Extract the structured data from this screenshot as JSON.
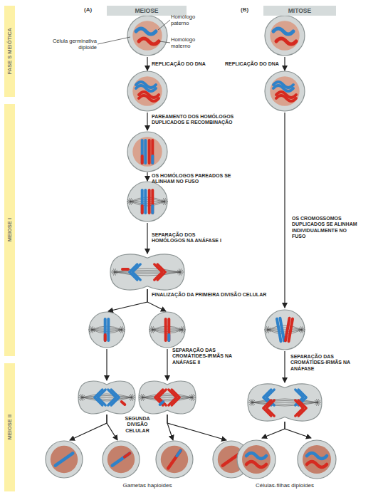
{
  "diagram": {
    "nodes": [
      {
        "text": [
          "MEIOSE"
        ]
      },
      {
        "text": [
          "MITOSE"
        ]
      },
      {
        "text": [
          "FASE S MEIÓTICA"
        ]
      },
      {
        "text": [
          "MEIOSE I"
        ]
      },
      {
        "text": [
          "MEIOSE II"
        ]
      }
    ],
    "labels": [
      "(A)",
      "(B)",
      "Homólogo paterno",
      "Homólogo materno",
      "Célula germinativa diploide",
      "REPLICAÇÃO DO DNA",
      "REPLICAÇÃO DO DNA",
      "PAREAMENTO DOS HOMÓLOGOS DUPLICADOS E RECOMBINAÇÃO",
      "OS HOMÓLOGOS PAREADOS SE ALINHAM NO FUSO",
      "SEPARAÇÃO DOS HOMÓLOGOS NA ANÁFASE I",
      "FINALIZAÇÃO DA PRIMEIRA DIVISÃO CELULAR",
      "SEPARAÇÃO DAS CROMÁTIDES-IRMÃS NA ANÁFASE II",
      "SEGUNDA DIVISÃO CELULAR",
      "Gametas haploides",
      "OS CROMOSSOMOS DUPLICADOS SE ALINHAM INDIVIDUALMENTE NO FUSO",
      "SEPARAÇÃO DAS CROMÁTIDES-IRMÃS NA ANÁFASE",
      "Células-filhas diploides"
    ]
  }
}
